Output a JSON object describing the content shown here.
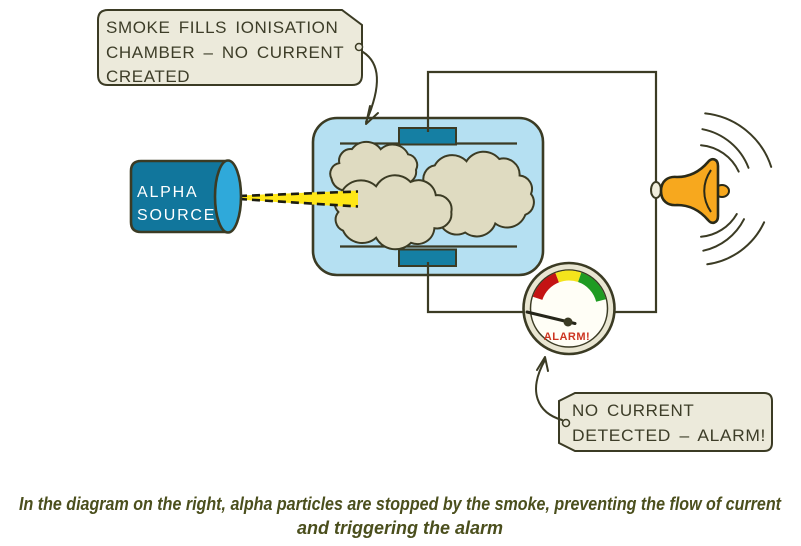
{
  "top_callout": {
    "line1": "SMOKE FILLS IONISATION",
    "line2": "CHAMBER – NO CURRENT",
    "line3": "CREATED"
  },
  "alpha_source": {
    "line1": "ALPHA",
    "line2": "SOURCE"
  },
  "bottom_callout": {
    "line1": "NO CURRENT",
    "line2": "DETECTED – ALARM!"
  },
  "meter": {
    "label": "ALARM!"
  },
  "caption": {
    "line1": "In the diagram on the right, alpha particles are stopped by the smoke, preventing the flow of current",
    "line2": "and triggering the alarm"
  },
  "colors": {
    "outline": "#3b3b24",
    "callout_fill": "#eceadb",
    "chamber_fill": "#b5e0f2",
    "electrode": "#157fa3",
    "source_body": "#11769c",
    "source_cap": "#2fa9da",
    "smoke": "#dfdbc1",
    "bell": "#f7a81e",
    "beam": "#ffe716",
    "meter_rim": "#e9e6d2",
    "meter_face": "#fffef6",
    "meter_red": "#c41414",
    "meter_yellow": "#f4e41c",
    "meter_green": "#1f9b22",
    "alarm_text": "#cc3420",
    "caption_text": "#4b4f1d"
  }
}
